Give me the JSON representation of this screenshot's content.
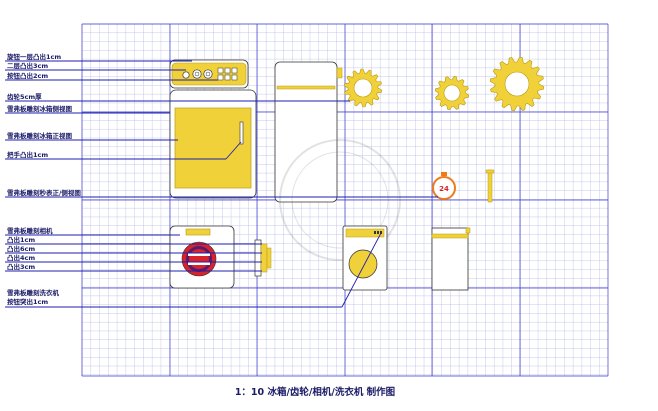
{
  "title": "1：10 冰箱/齿轮/相机/洗衣机 制作图",
  "labels": {
    "knob_layer1": "旋钮一层凸出1cm",
    "knob_layer2": "二层凸出3cm",
    "button_2cm": "按钮凸出2cm",
    "gear_5cm": "齿轮5cm厚",
    "fridge_side": "雪弗板雕刻冰箱侧视图",
    "fridge_front": "雪弗板雕刻冰箱正视图",
    "handle": "把手凸出1cm",
    "stopwatch": "雪弗板雕刻秒表正/侧视图",
    "camera": "雪弗板雕刻相机",
    "camera_1cm": "凸出1cm",
    "camera_6cm": "凸出6cm",
    "camera_4cm": "凸出4cm",
    "camera_3cm": "凸出3cm",
    "washer": "雪弗板雕刻洗衣机",
    "washer_button": "按钮突出1cm"
  },
  "stopwatch_number": "24",
  "colors": {
    "grid_minor": "#b9bde6",
    "grid_major": "#3a3ad0",
    "leader": "#1f1fb0",
    "outline": "#333333",
    "yellow": "#f1d13a",
    "yellow_dark": "#b89a10",
    "red": "#d9232a",
    "purple": "#5a1a6e",
    "orange": "#f07a1a"
  }
}
